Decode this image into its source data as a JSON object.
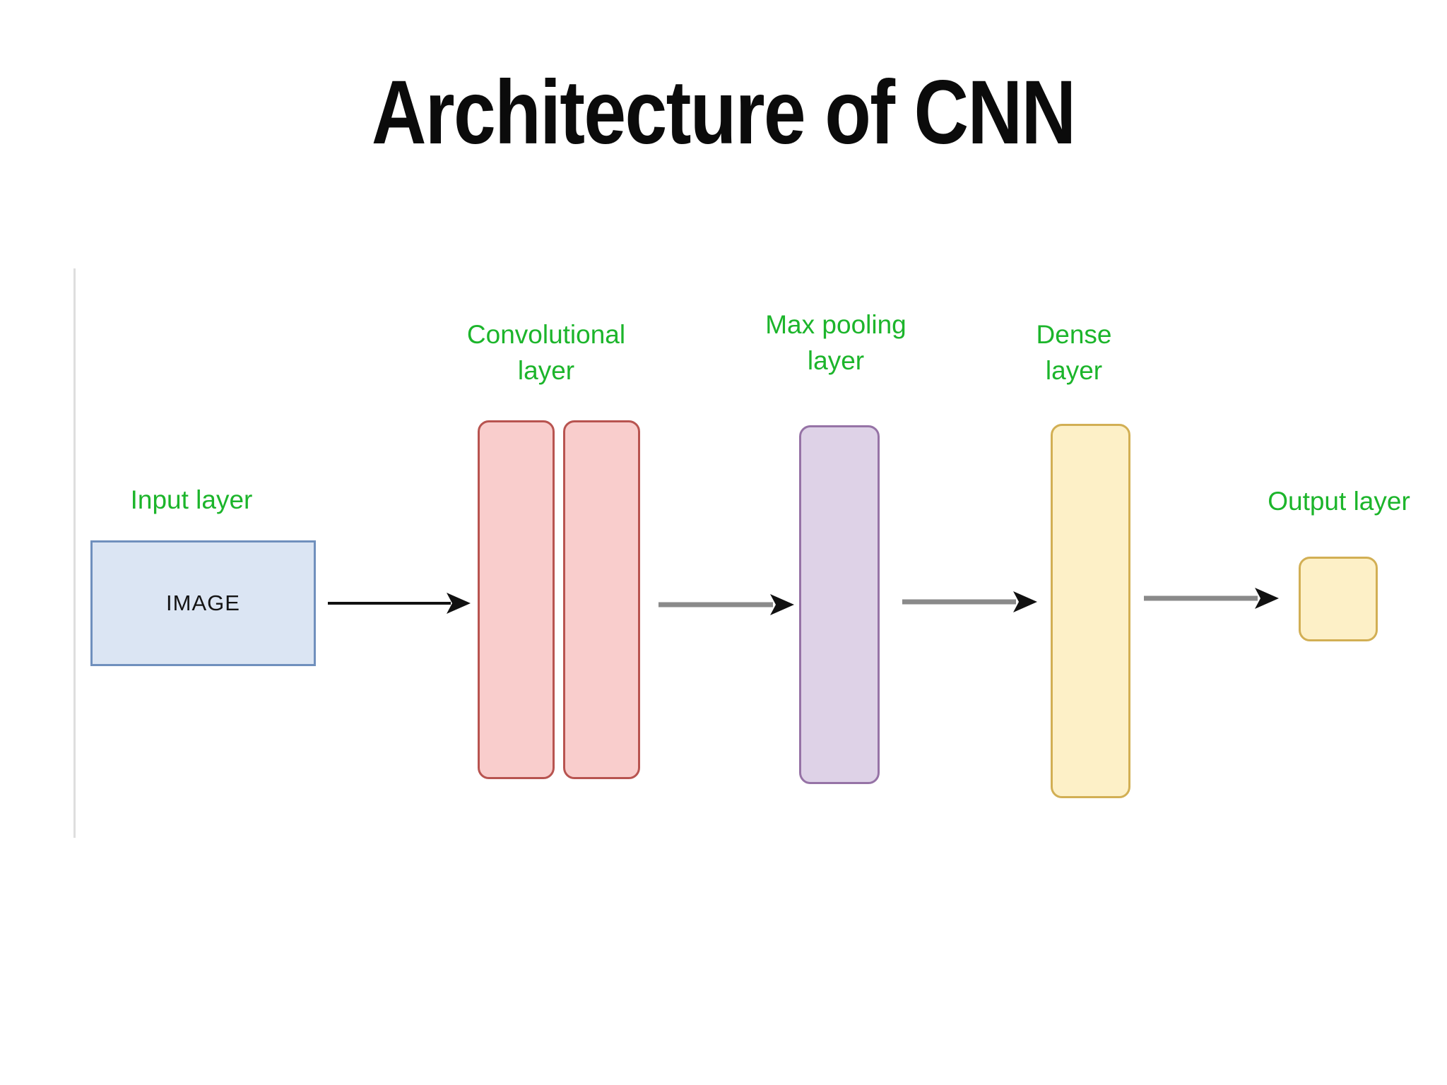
{
  "title": "Architecture of CNN",
  "layers": [
    {
      "id": "input",
      "label": "Input layer",
      "shape": "rectangle",
      "text": "IMAGE",
      "fill": "#dbe5f3",
      "stroke": "#7090bd",
      "block_count": 1
    },
    {
      "id": "convolutional",
      "label": "Convolutional\nlayer",
      "shape": "tall-rounded-bar",
      "fill": "#f9cdcc",
      "stroke": "#b85450",
      "block_count": 2
    },
    {
      "id": "max_pooling",
      "label": "Max pooling\nlayer",
      "shape": "tall-rounded-bar",
      "fill": "#ded2e7",
      "stroke": "#9673a6",
      "block_count": 1
    },
    {
      "id": "dense",
      "label": "Dense\nlayer",
      "shape": "tall-rounded-bar",
      "fill": "#fdf0c7",
      "stroke": "#d2af54",
      "block_count": 1
    },
    {
      "id": "output",
      "label": "Output layer",
      "shape": "small-rounded-square",
      "fill": "#fdf0c7",
      "stroke": "#d2af54",
      "block_count": 1
    }
  ],
  "edges": [
    {
      "from": "input",
      "to": "convolutional",
      "arrow_color": "#111111"
    },
    {
      "from": "convolutional",
      "to": "max_pooling",
      "arrow_color": "#8a8a8a"
    },
    {
      "from": "max_pooling",
      "to": "dense",
      "arrow_color": "#8a8a8a"
    },
    {
      "from": "dense",
      "to": "output",
      "arrow_color": "#8a8a8a"
    }
  ],
  "colors": {
    "background": "#ffffff",
    "title_text": "#0b0b0b",
    "label_green": "#1cb52b",
    "arrow_head": "#111111",
    "slide_edge_line": "#dedede"
  }
}
